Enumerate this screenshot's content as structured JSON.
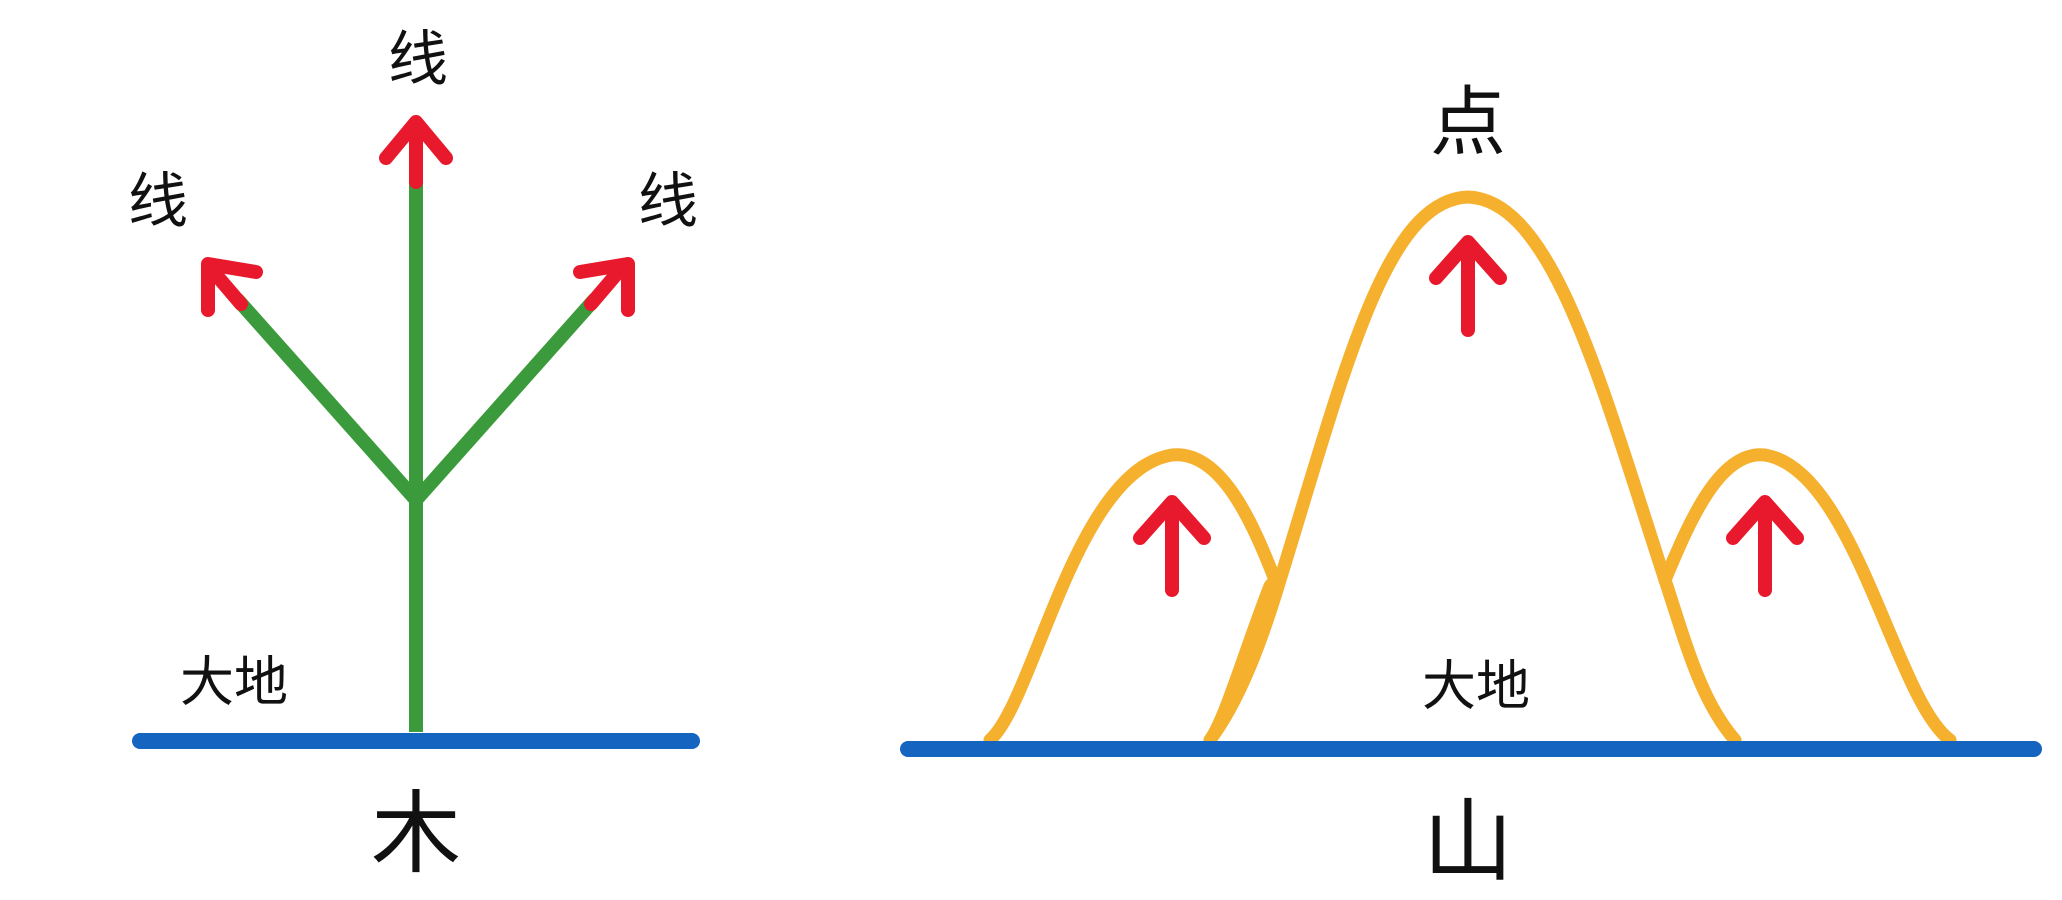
{
  "colors": {
    "ground": "#1565c0",
    "tree": "#3a9a3c",
    "arrow": "#e8192c",
    "mountain": "#f5b02e",
    "text": "#111111"
  },
  "tree_diagram": {
    "label_line_left": "线",
    "label_line_top": "线",
    "label_line_right": "线",
    "label_ground": "大地",
    "character": "木"
  },
  "mountain_diagram": {
    "label_point": "点",
    "label_ground": "大地",
    "character": "山"
  }
}
